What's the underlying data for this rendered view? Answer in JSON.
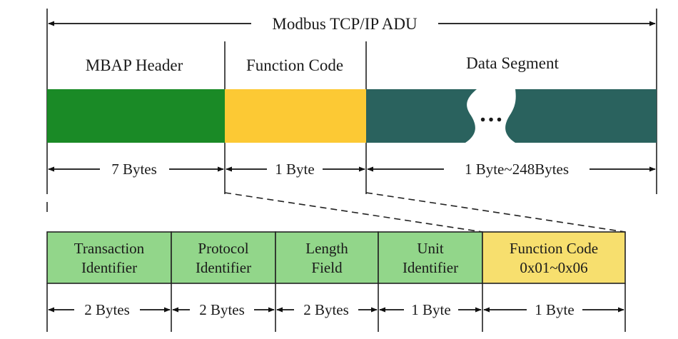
{
  "title": "Modbus TCP/IP ADU",
  "top_segments": [
    {
      "label": "MBAP Header",
      "size": "7 Bytes",
      "color": "#1a8a26"
    },
    {
      "label": "Function Code",
      "size": "1 Byte",
      "color": "#fcc934"
    },
    {
      "label": "Data Segment",
      "size": "1 Byte~248Bytes",
      "color": "#2a625e"
    }
  ],
  "ellipsis": "…",
  "mbap_fields": [
    {
      "line1": "Transaction",
      "line2": "Identifier",
      "size": "2 Bytes",
      "color": "#92d68a"
    },
    {
      "line1": "Protocol",
      "line2": "Identifier",
      "size": "2 Bytes",
      "color": "#92d68a"
    },
    {
      "line1": "Length",
      "line2": "Field",
      "size": "2 Bytes",
      "color": "#92d68a"
    },
    {
      "line1": "Unit",
      "line2": "Identifier",
      "size": "1 Byte",
      "color": "#92d68a"
    },
    {
      "line1": "Function Code",
      "line2": "0x01~0x06",
      "size": "1 Byte",
      "color": "#f7df6e"
    }
  ]
}
